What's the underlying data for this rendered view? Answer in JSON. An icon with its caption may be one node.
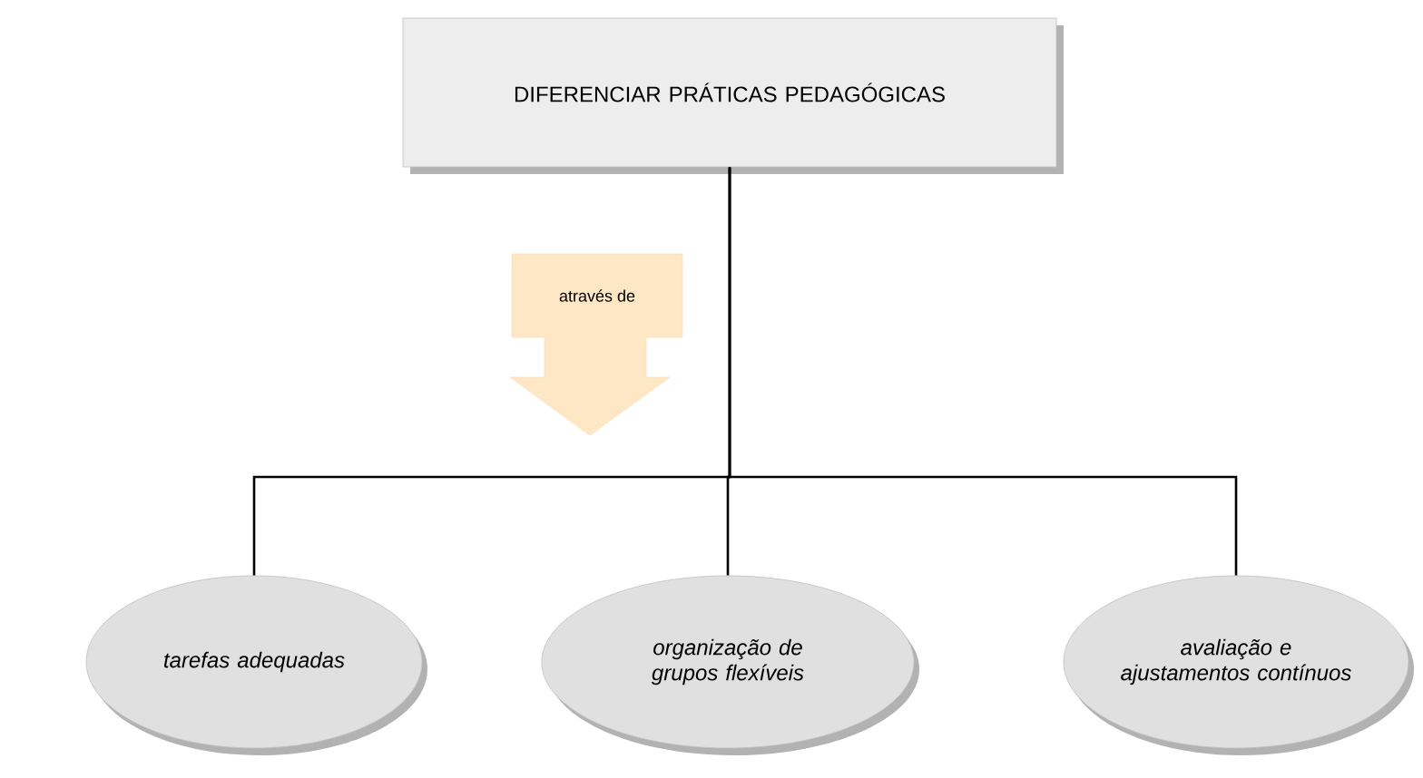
{
  "diagram": {
    "nodes": [
      {
        "text": [
          "DIFERENCIAR PRÁTICAS PEDAGÓGICAS"
        ]
      },
      {
        "text": [
          "através de"
        ]
      },
      {
        "text": [
          "tarefas adequadas"
        ]
      },
      {
        "text": [
          "organização de grupos flexíveis"
        ]
      },
      {
        "text": [
          "avaliação e ajustamentos contínuos"
        ]
      }
    ],
    "edges": [
      {
        "from": 0,
        "to": 2,
        "arrow": "none"
      },
      {
        "from": 0,
        "to": 3,
        "arrow": "none"
      },
      {
        "from": 0,
        "to": 4,
        "arrow": "none"
      }
    ]
  }
}
